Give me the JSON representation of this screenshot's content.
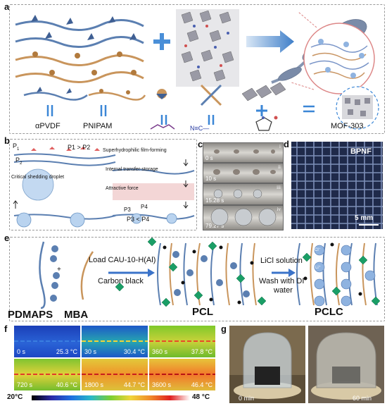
{
  "panels": {
    "a": {
      "label": "a",
      "polymers": [
        "αPVDF",
        "PNIPAM"
      ],
      "mof": "MOF-303",
      "equals": "="
    },
    "b": {
      "label": "b",
      "p1": "P",
      "p1_sub": "1",
      "p2": "P",
      "p2_sub": "2",
      "relation_top": "P1 > P2",
      "steps": [
        "Superhydrophilic film-forming",
        "Internal transfer-storage",
        "Attractive force"
      ],
      "critical_label": "Critical shedding droplet",
      "p3": "P3",
      "p4": "P4",
      "relation_bottom": "P3 < P4"
    },
    "c": {
      "label": "c",
      "frames": [
        {
          "time": "0 s",
          "roman": "i"
        },
        {
          "time": "10 s",
          "roman": "ii"
        },
        {
          "time": "15.28 s",
          "roman": "iii"
        },
        {
          "time": "79.27 s",
          "roman": "iv"
        }
      ]
    },
    "d": {
      "label": "d",
      "tag": "BPNF",
      "scale": "5 mm"
    },
    "e": {
      "label": "e",
      "load_line1": "Load CAU-10-H(Al)",
      "load_line2": "Carbon black",
      "licl_line1": "LiCl solution",
      "licl_line2": "Wash with DI",
      "licl_line3": "water",
      "names": [
        "PDMAPS",
        "MBA",
        "PCL",
        "PCLC"
      ],
      "plus": "+",
      "ion_cl": "Cl⁻",
      "ion_li": "Li⁺"
    },
    "f": {
      "label": "f",
      "frames": [
        {
          "time": "0 s",
          "temp": "25.3 °C"
        },
        {
          "time": "30 s",
          "temp": "30.4 °C"
        },
        {
          "time": "360 s",
          "temp": "37.8 °C"
        },
        {
          "time": "720 s",
          "temp": "40.6 °C"
        },
        {
          "time": "1800 s",
          "temp": "44.7 °C"
        },
        {
          "time": "3600 s",
          "temp": "46.4 °C"
        }
      ],
      "scale_min": "20°C",
      "scale_max": "48 °C"
    },
    "g": {
      "label": "g",
      "frames": [
        "0 min",
        "60 min"
      ]
    }
  }
}
